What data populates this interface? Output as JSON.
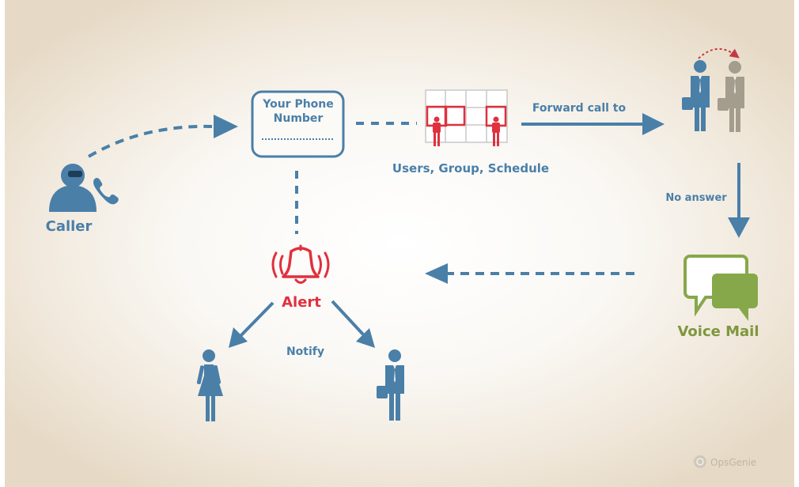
{
  "diagram": {
    "caller_label": "Caller",
    "phone_box_line1": "Your Phone",
    "phone_box_line2": "Number",
    "schedule_label": "Users, Group, Schedule",
    "forward_label": "Forward call to",
    "no_answer_label": "No answer",
    "voice_mail_label": "Voice Mail",
    "alert_label": "Alert",
    "notify_label": "Notify",
    "brand": "OpsGenie"
  },
  "colors": {
    "blue": "#4a7fa8",
    "red": "#e0303e",
    "green": "#86a84a",
    "gray": "#a49c8c"
  }
}
